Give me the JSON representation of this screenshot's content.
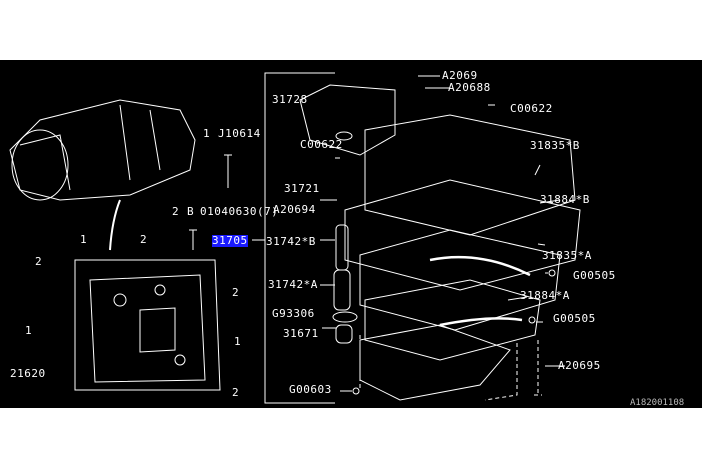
{
  "diagram": {
    "labels": {
      "j10614": "J10614",
      "circ1": "1",
      "circ2": "2",
      "bolt_b": "01040630(7)",
      "bolt_b_prefix": "B",
      "p31705": "31705",
      "p21620": "21620",
      "p31728": "31728",
      "a2069": "A2069",
      "a20688": "A20688",
      "c00622a": "C00622",
      "c00622b": "C00622",
      "p31721": "31721",
      "a20694": "A20694",
      "p31742b": "31742*B",
      "p31742a": "31742*A",
      "g93306": "G93306",
      "p31671": "31671",
      "g00603": "G00603",
      "p31835b": "31835*B",
      "p31884b": "31884*B",
      "p31835a": "31835*A",
      "g00505a": "G00505",
      "p31884a": "31884*A",
      "g00505b": "G00505",
      "a20695": "A20695"
    },
    "footer_code": "A182001108",
    "colors": {
      "background": "#000000",
      "lines": "#ffffff",
      "selection": "#1a1aff"
    }
  }
}
